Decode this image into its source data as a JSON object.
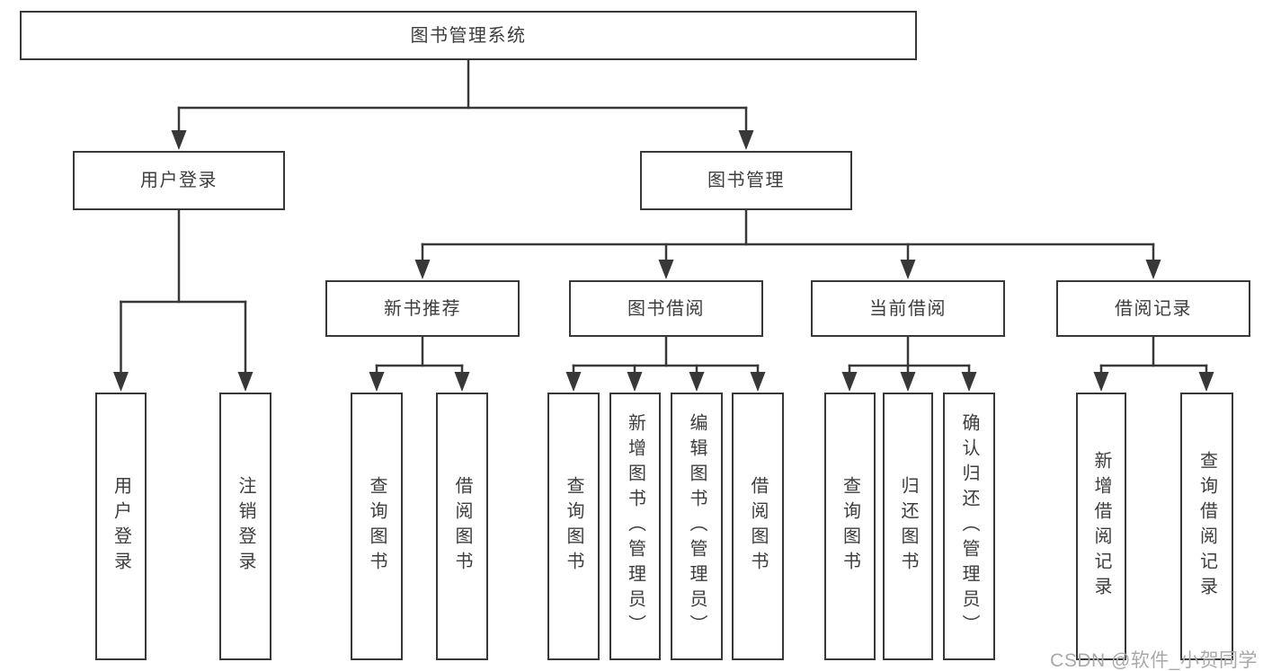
{
  "tree": {
    "label": "图书管理系统",
    "children": [
      {
        "label": "用户登录",
        "children": [
          {
            "label": "用户登录"
          },
          {
            "label": "注销登录"
          }
        ]
      },
      {
        "label": "图书管理",
        "children": [
          {
            "label": "新书推荐",
            "children": [
              {
                "label": "查询图书"
              },
              {
                "label": "借阅图书"
              }
            ]
          },
          {
            "label": "图书借阅",
            "children": [
              {
                "label": "查询图书"
              },
              {
                "label": "新增图书（管理员）"
              },
              {
                "label": "编辑图书（管理员）"
              },
              {
                "label": "借阅图书"
              }
            ]
          },
          {
            "label": "当前借阅",
            "children": [
              {
                "label": "查询图书"
              },
              {
                "label": "归还图书"
              },
              {
                "label": "确认归还（管理员）"
              }
            ]
          },
          {
            "label": "借阅记录",
            "children": [
              {
                "label": "新增借阅记录"
              },
              {
                "label": "查询借阅记录"
              }
            ]
          }
        ]
      }
    ]
  },
  "watermark": {
    "text": "CSDN @软件_小贺同学"
  },
  "colors": {
    "line": "#383838",
    "box_border": "#383838",
    "text": "#3d3d3d",
    "watermark": "#a9a9a9",
    "background": "#ffffff"
  }
}
